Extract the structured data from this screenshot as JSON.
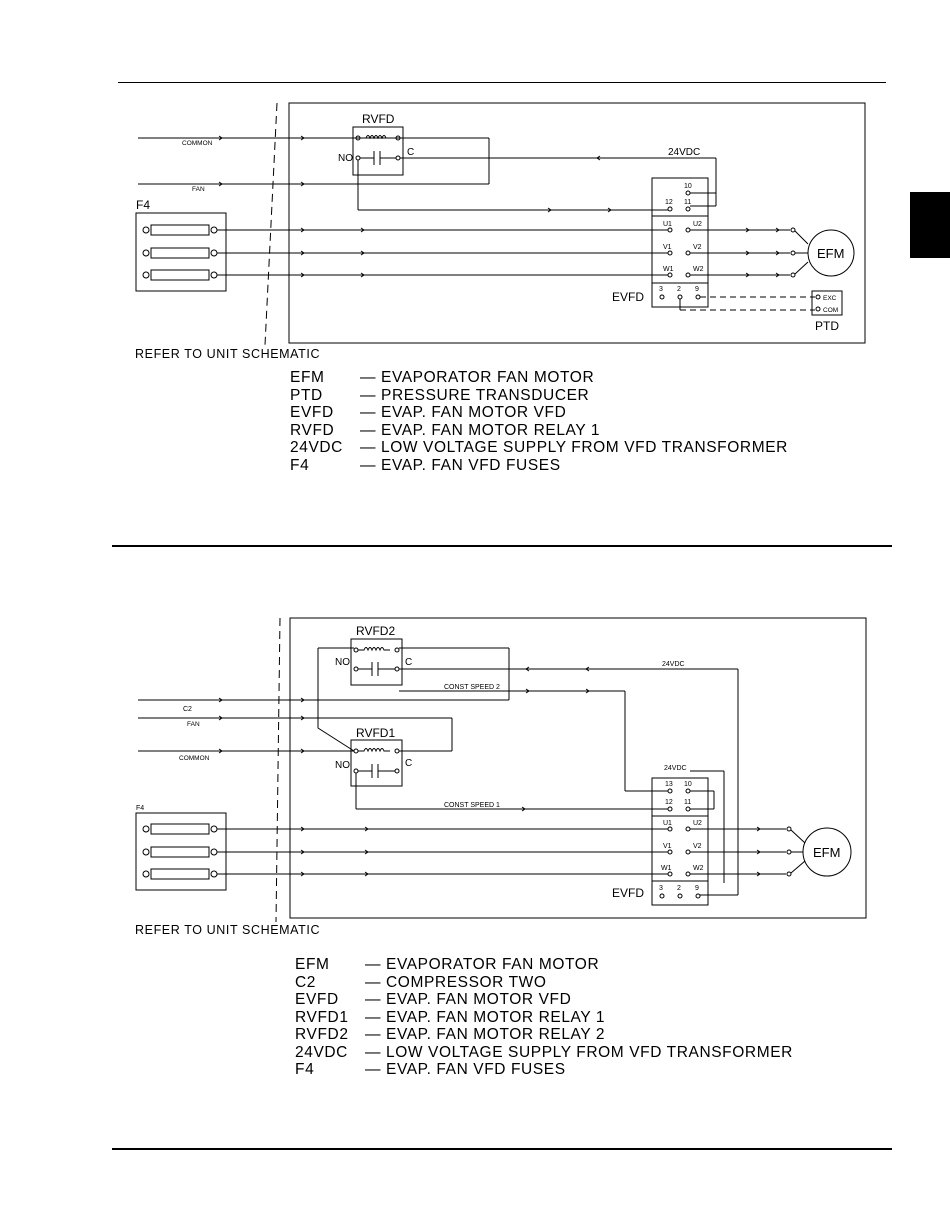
{
  "diagram1": {
    "relay_label": "RVFD",
    "no": "NO",
    "c": "C",
    "common": "COMMON",
    "fan": "FAN",
    "fuse_label": "F4",
    "v24": "24VDC",
    "vfd_label": "EVFD",
    "motor": "EFM",
    "ptd": "PTD",
    "exc": "EXC",
    "com": "COM",
    "terminals": {
      "t10": "10",
      "t12": "12",
      "t11": "11",
      "u1": "U1",
      "u2": "U2",
      "v1": "V1",
      "v2": "V2",
      "w1": "W1",
      "w2": "W2",
      "t3": "3",
      "t2": "2",
      "t9": "9"
    },
    "refer": "REFER TO UNIT SCHEMATIC",
    "legend": [
      {
        "abbr": "EFM",
        "desc": "— EVAPORATOR FAN MOTOR"
      },
      {
        "abbr": "PTD",
        "desc": "— PRESSURE TRANSDUCER"
      },
      {
        "abbr": "EVFD",
        "desc": "— EVAP. FAN MOTOR VFD"
      },
      {
        "abbr": "RVFD",
        "desc": "— EVAP. FAN MOTOR RELAY 1"
      },
      {
        "abbr": "24VDC",
        "desc": "— LOW VOLTAGE SUPPLY FROM VFD TRANSFORMER"
      },
      {
        "abbr": "F4",
        "desc": "— EVAP. FAN VFD FUSES"
      }
    ]
  },
  "diagram2": {
    "relay1_label": "RVFD1",
    "relay2_label": "RVFD2",
    "no": "NO",
    "c": "C",
    "c2": "C2",
    "fan": "FAN",
    "common": "COMMON",
    "fuse_label": "F4",
    "v24_top": "24VDC",
    "v24_vfd": "24VDC",
    "const2": "CONST SPEED 2",
    "const1": "CONST SPEED 1",
    "vfd_label": "EVFD",
    "motor": "EFM",
    "terminals": {
      "t13": "13",
      "t10": "10",
      "t12": "12",
      "t11": "11",
      "u1": "U1",
      "u2": "U2",
      "v1": "V1",
      "v2": "V2",
      "w1": "W1",
      "w2": "W2",
      "t3": "3",
      "t2": "2",
      "t9": "9"
    },
    "refer": "REFER TO UNIT SCHEMATIC",
    "legend": [
      {
        "abbr": "EFM",
        "desc": "— EVAPORATOR FAN MOTOR"
      },
      {
        "abbr": "C2",
        "desc": "— COMPRESSOR TWO"
      },
      {
        "abbr": "EVFD",
        "desc": "— EVAP. FAN MOTOR VFD"
      },
      {
        "abbr": "RVFD1",
        "desc": "— EVAP. FAN MOTOR RELAY 1"
      },
      {
        "abbr": "RVFD2",
        "desc": "— EVAP. FAN MOTOR RELAY 2"
      },
      {
        "abbr": "24VDC",
        "desc": "— LOW VOLTAGE SUPPLY FROM VFD TRANSFORMER"
      },
      {
        "abbr": "F4",
        "desc": "— EVAP. FAN VFD FUSES"
      }
    ]
  }
}
